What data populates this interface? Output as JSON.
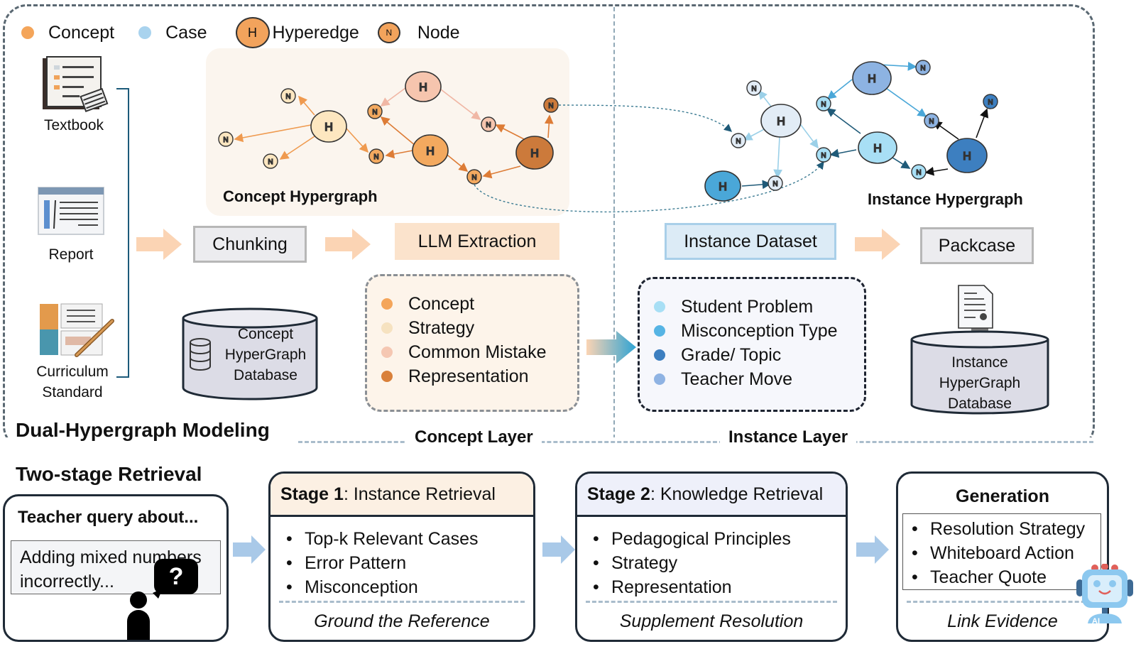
{
  "legend": {
    "items": [
      {
        "label": "Concept",
        "kind": "dot",
        "color": "#f4a55a"
      },
      {
        "label": "Case",
        "kind": "dot",
        "color": "#a9d3ee"
      },
      {
        "label": "Hyperedge",
        "kind": "hyperedge",
        "glyph": "H",
        "color": "#f2a35c"
      },
      {
        "label": "Node",
        "kind": "node",
        "glyph": "N",
        "color": "#f2a35c"
      }
    ]
  },
  "sources": [
    {
      "label": "Textbook",
      "icon": "textbook-icon"
    },
    {
      "label": "Report",
      "icon": "report-icon"
    },
    {
      "label": "Curriculum\nStandard",
      "line1": "Curriculum",
      "line2": "Standard",
      "icon": "curriculum-icon"
    }
  ],
  "concept_hypergraph": {
    "title": "Concept Hypergraph",
    "hyperedge_glyph": "H",
    "node_glyph": "N"
  },
  "instance_hypergraph": {
    "title": "Instance Hypergraph",
    "hyperedge_glyph": "H",
    "node_glyph": "N"
  },
  "pipeline": {
    "chunking": "Chunking",
    "llm_extraction": "LLM Extraction",
    "instance_dataset": "Instance Dataset",
    "packcase": "Packcase"
  },
  "concept_db": {
    "line1": "Concept",
    "line2": "HyperGraph",
    "line3": "Database"
  },
  "instance_db": {
    "line1": "Instance",
    "line2": "HyperGraph",
    "line3": "Database"
  },
  "concept_layer": {
    "title": "Concept Layer",
    "items": [
      {
        "label": "Concept",
        "color": "#f4a55a"
      },
      {
        "label": "Strategy",
        "color": "#f6e2c0"
      },
      {
        "label": "Common Mistake",
        "color": "#f5c7b2"
      },
      {
        "label": "Representation",
        "color": "#d9803a"
      }
    ]
  },
  "instance_layer": {
    "title": "Instance Layer",
    "items": [
      {
        "label": "Student Problem",
        "color": "#a8dff5"
      },
      {
        "label": "Misconception Type",
        "color": "#56b4e4"
      },
      {
        "label": "Grade/ Topic",
        "color": "#3d7fc0"
      },
      {
        "label": "Teacher Move",
        "color": "#8fb3e3"
      }
    ]
  },
  "section_titles": {
    "modeling": "Dual-Hypergraph Modeling",
    "retrieval": "Two-stage Retrieval"
  },
  "query": {
    "title": "Teacher query about...",
    "line1": "Adding mixed numbers",
    "line2": "incorrectly...",
    "bubble": "?"
  },
  "stage1": {
    "prefix": "Stage 1",
    "title": ": Instance Retrieval",
    "items": [
      "Top-k Relevant Cases",
      "Error Pattern",
      "Misconception"
    ],
    "footer": "Ground the Reference"
  },
  "stage2": {
    "prefix": "Stage 2",
    "title": ": Knowledge Retrieval",
    "items": [
      "Pedagogical Principles",
      "Strategy",
      "Representation"
    ],
    "footer": "Supplement Resolution"
  },
  "generation": {
    "title": "Generation",
    "items": [
      "Resolution Strategy",
      "Whiteboard Action",
      "Teacher Quote"
    ],
    "footer": "Link Evidence",
    "robot_badge": "AI"
  }
}
